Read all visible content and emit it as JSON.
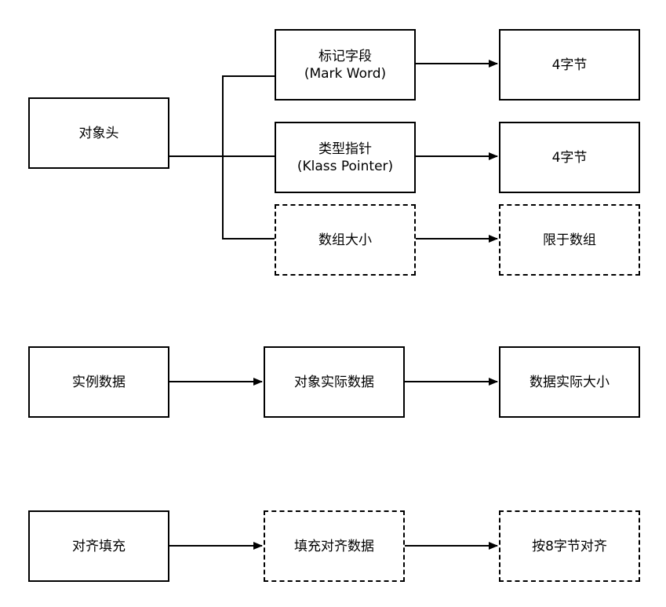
{
  "nodes": {
    "object_header": {
      "label": "对象头"
    },
    "mark_word": {
      "label": "标记字段",
      "sublabel": "(Mark Word)"
    },
    "klass_pointer": {
      "label": "类型指针",
      "sublabel": "(Klass Pointer)"
    },
    "array_size": {
      "label": "数组大小",
      "dashed": true
    },
    "mark_word_size": {
      "label": "4字节"
    },
    "klass_pointer_size": {
      "label": "4字节"
    },
    "array_only": {
      "label": "限于数组",
      "dashed": true
    },
    "instance_data": {
      "label": "实例数据"
    },
    "object_actual_data": {
      "label": "对象实际数据"
    },
    "data_actual_size": {
      "label": "数据实际大小"
    },
    "alignment_padding": {
      "label": "对齐填充"
    },
    "padding_data": {
      "label": "填充对齐数据",
      "dashed": true
    },
    "align_8_bytes": {
      "label": "按8字节对齐",
      "dashed": true
    }
  },
  "edges": [
    {
      "from": "object_header",
      "to": "mark_word",
      "arrow": false
    },
    {
      "from": "object_header",
      "to": "klass_pointer",
      "arrow": false
    },
    {
      "from": "object_header",
      "to": "array_size",
      "arrow": false
    },
    {
      "from": "mark_word",
      "to": "mark_word_size",
      "arrow": true
    },
    {
      "from": "klass_pointer",
      "to": "klass_pointer_size",
      "arrow": true
    },
    {
      "from": "array_size",
      "to": "array_only",
      "arrow": true
    },
    {
      "from": "instance_data",
      "to": "object_actual_data",
      "arrow": true
    },
    {
      "from": "object_actual_data",
      "to": "data_actual_size",
      "arrow": true
    },
    {
      "from": "alignment_padding",
      "to": "padding_data",
      "arrow": true
    },
    {
      "from": "padding_data",
      "to": "align_8_bytes",
      "arrow": true
    }
  ],
  "colors": {
    "stroke": "#000000",
    "fill": "#ffffff"
  }
}
